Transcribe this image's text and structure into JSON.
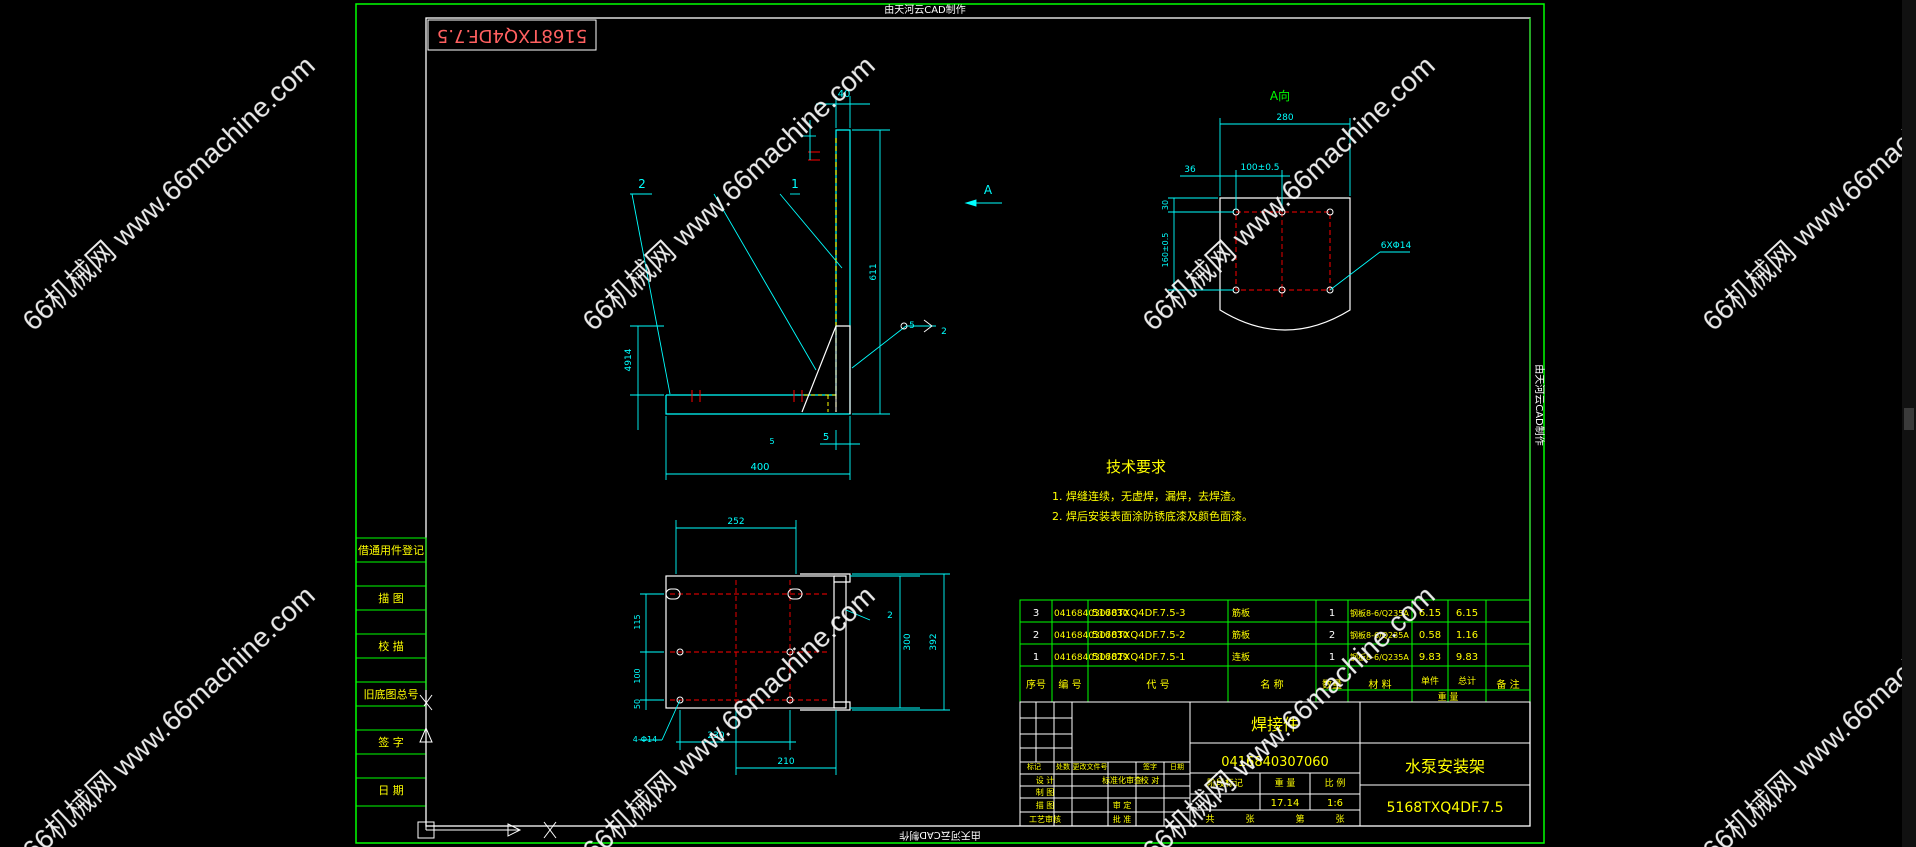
{
  "colors": {
    "frame": "#00ff00",
    "border": "#ffffff",
    "dimension": "#00ffff",
    "hidden_line": "#ffff00",
    "center_line": "#ff0000",
    "text": "#ffff00",
    "watermark": "#ffffff"
  },
  "watermark": {
    "text": "66机械网 www.66machine.com"
  },
  "header": {
    "top_credit": "由天河云CAD制作",
    "bottom_credit": "由天河云CAD制作",
    "right_credit": "由天河云CAD制作",
    "drawing_code_mirrored": "5168TXQ4DF.7.5"
  },
  "left_column": {
    "cells": [
      "借通用件登记",
      "描 图",
      "校 描",
      "旧底图总号",
      "签 字",
      "日 期"
    ]
  },
  "main_view": {
    "dims": [
      "40",
      "611",
      "4914",
      "5",
      "400",
      "5"
    ],
    "callouts": [
      "2",
      "1",
      "5"
    ],
    "weld_symbol": "2",
    "view_arrow": "A"
  },
  "section_view": {
    "title": "A向",
    "dims": [
      "280",
      "36",
      "100±0.5",
      "30",
      "160±0.5",
      "6XΦ14"
    ]
  },
  "bottom_view": {
    "dims": [
      "252",
      "115",
      "100",
      "50",
      "300",
      "392",
      "230",
      "210",
      "4-Φ14"
    ],
    "weld_symbol": "2"
  },
  "tech_requirements": {
    "title": "技术要求",
    "items": [
      "1. 焊缝连续，无虚焊，漏焊，去焊渣。",
      "2. 焊后安装表面涂防锈底漆及颜色面漆。"
    ]
  },
  "bom": {
    "rows": [
      {
        "no": "3",
        "code": "0416840307030",
        "drawing": "5168TXQ4DF.7.5-3",
        "name": "筋板",
        "qty": "1",
        "material": "钢板8-6/Q235A",
        "unit_wt": "6.15",
        "total_wt": "6.15"
      },
      {
        "no": "2",
        "code": "0416840307030",
        "drawing": "5168TXQ4DF.7.5-2",
        "name": "筋板",
        "qty": "2",
        "material": "钢板8-6/Q235A",
        "unit_wt": "0.58",
        "total_wt": "1.16"
      },
      {
        "no": "1",
        "code": "0416840307029",
        "drawing": "5168TXQ4DF.7.5-1",
        "name": "连板",
        "qty": "1",
        "material": "钢板8-6/Q235A",
        "unit_wt": "9.83",
        "total_wt": "9.83"
      }
    ],
    "header": [
      "序号",
      "编 号",
      "代 号",
      "名 称",
      "数量",
      "材 料",
      "单件",
      "总计",
      "备 注"
    ],
    "weight_label": "重 量"
  },
  "title_block": {
    "part_type": "焊接件",
    "part_number": "0416840307060",
    "part_name": "水泵安装架",
    "drawing_number": "5168TXQ4DF.7.5",
    "weight": "17.14",
    "scale": "1:6",
    "headers": [
      "标记",
      "处数",
      "更改文件号",
      "签字",
      "日期"
    ],
    "left_labels": [
      "设 计",
      "制 图",
      "描 图",
      "校 对",
      "工艺审核",
      "标准化审查",
      "审 定",
      "批 准"
    ],
    "stage_labels": [
      "阶段标记",
      "重 量",
      "比 例"
    ],
    "sheet_labels": [
      "共",
      "张",
      "第",
      "张"
    ]
  }
}
